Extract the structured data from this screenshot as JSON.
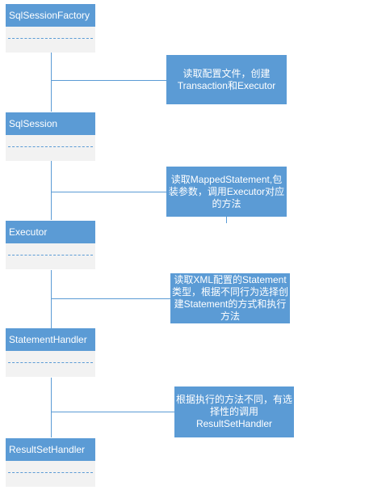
{
  "classes": [
    {
      "name": "SqlSessionFactory"
    },
    {
      "name": "SqlSession"
    },
    {
      "name": "Executor"
    },
    {
      "name": "StatementHandler"
    },
    {
      "name": "ResultSetHandler"
    }
  ],
  "notes": [
    {
      "text": "读取配置文件，创建Transaction和Executor"
    },
    {
      "text": "读取MappedStatement,包装参数，调用Executor对应的方法"
    },
    {
      "text": "读取XML配置的Statement类型，根据不同行为选择创建Statement的方式和执行方法"
    },
    {
      "text": "根据执行的方法不同，有选择性的调用ResultSetHandler"
    }
  ]
}
